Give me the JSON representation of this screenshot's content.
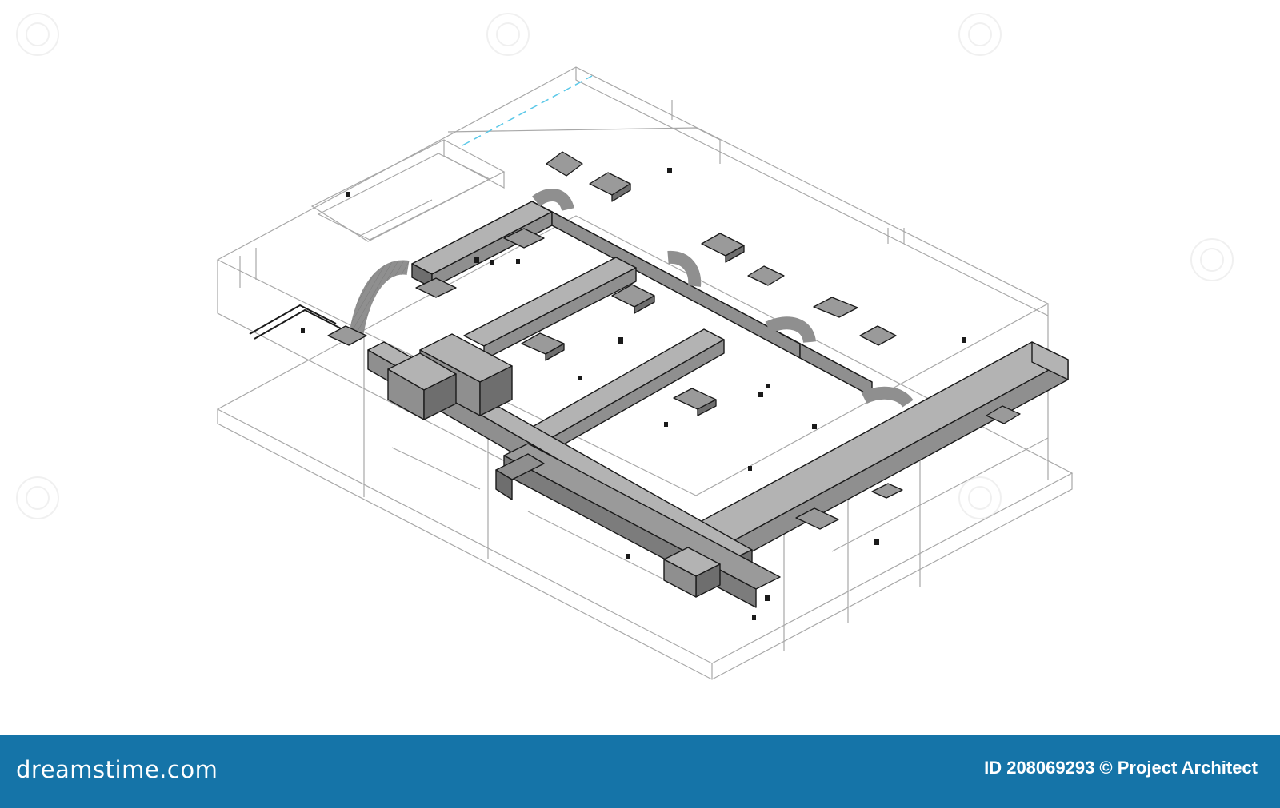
{
  "illustration": {
    "icon": "isometric-hvac-ductwork-drawing",
    "colors": {
      "background": "#ffffff",
      "wireframe": "#a8a8a8",
      "duct_fill": "#8f8f8f",
      "duct_top": "#b3b3b3",
      "duct_side": "#6e6e6e",
      "outline": "#1a1a1a",
      "accent_line": "#5bc8e8"
    }
  },
  "footer": {
    "brand": "dreamstime.com",
    "credit": "ID 208069293 © Project Architect",
    "background": "#1574a8",
    "text_color": "#ffffff"
  }
}
